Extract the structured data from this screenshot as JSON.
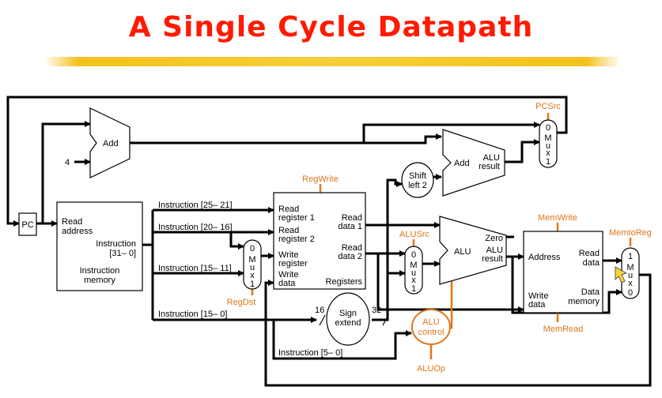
{
  "title": "A Single Cycle Datapath",
  "pc": {
    "label": "PC"
  },
  "adder_pc": {
    "label": "Add",
    "const": "4"
  },
  "adder_branch": {
    "label": "Add",
    "result_1": "ALU",
    "result_2": "result"
  },
  "shift": {
    "line1": "Shift",
    "line2": "left 2"
  },
  "imem": {
    "read_1": "Read",
    "read_2": "address",
    "instr_1": "Instruction",
    "instr_2": "[31– 0]",
    "name_1": "Instruction",
    "name_2": "memory"
  },
  "fields": {
    "f1": "Instruction [25– 21]",
    "f2": "Instruction [20– 16]",
    "f3": "Instruction [15– 11]",
    "f4": "Instruction [15– 0]",
    "f5": "Instruction [5– 0]"
  },
  "regs": {
    "rr1_1": "Read",
    "rr1_2": "register 1",
    "rr2_1": "Read",
    "rr2_2": "register 2",
    "wr_1": "Write",
    "wr_2": "register",
    "wd_1": "Write",
    "wd_2": "data",
    "rd1_1": "Read",
    "rd1_2": "data 1",
    "rd2_1": "Read",
    "rd2_2": "data 2",
    "name": "Registers"
  },
  "sign": {
    "line1": "Sign",
    "line2": "extend",
    "in_bits": "16",
    "out_bits": "32"
  },
  "alu": {
    "label": "ALU",
    "zero": "Zero",
    "res_1": "ALU",
    "res_2": "result"
  },
  "alucontrol": {
    "line1": "ALU",
    "line2": "control"
  },
  "dmem": {
    "address": "Address",
    "rd_1": "Read",
    "rd_2": "data",
    "wd_1": "Write",
    "wd_2": "data",
    "name_1": "Data",
    "name_2": "memory"
  },
  "mux": {
    "zero": "0",
    "one": "1",
    "m": "M",
    "u": "u",
    "x": "x"
  },
  "controls": {
    "pcsrc": "PCSrc",
    "regwrite": "RegWrite",
    "regdst": "RegDst",
    "alusrc": "ALUSrc",
    "aluop": "ALUOp",
    "memwrite": "MemWrite",
    "memread": "MemRead",
    "memtoreg": "MemtoReg"
  },
  "colors": {
    "title": "#ff1a00",
    "underline": "#f4c21b",
    "control": "#e0761a",
    "wire": "#000000"
  }
}
